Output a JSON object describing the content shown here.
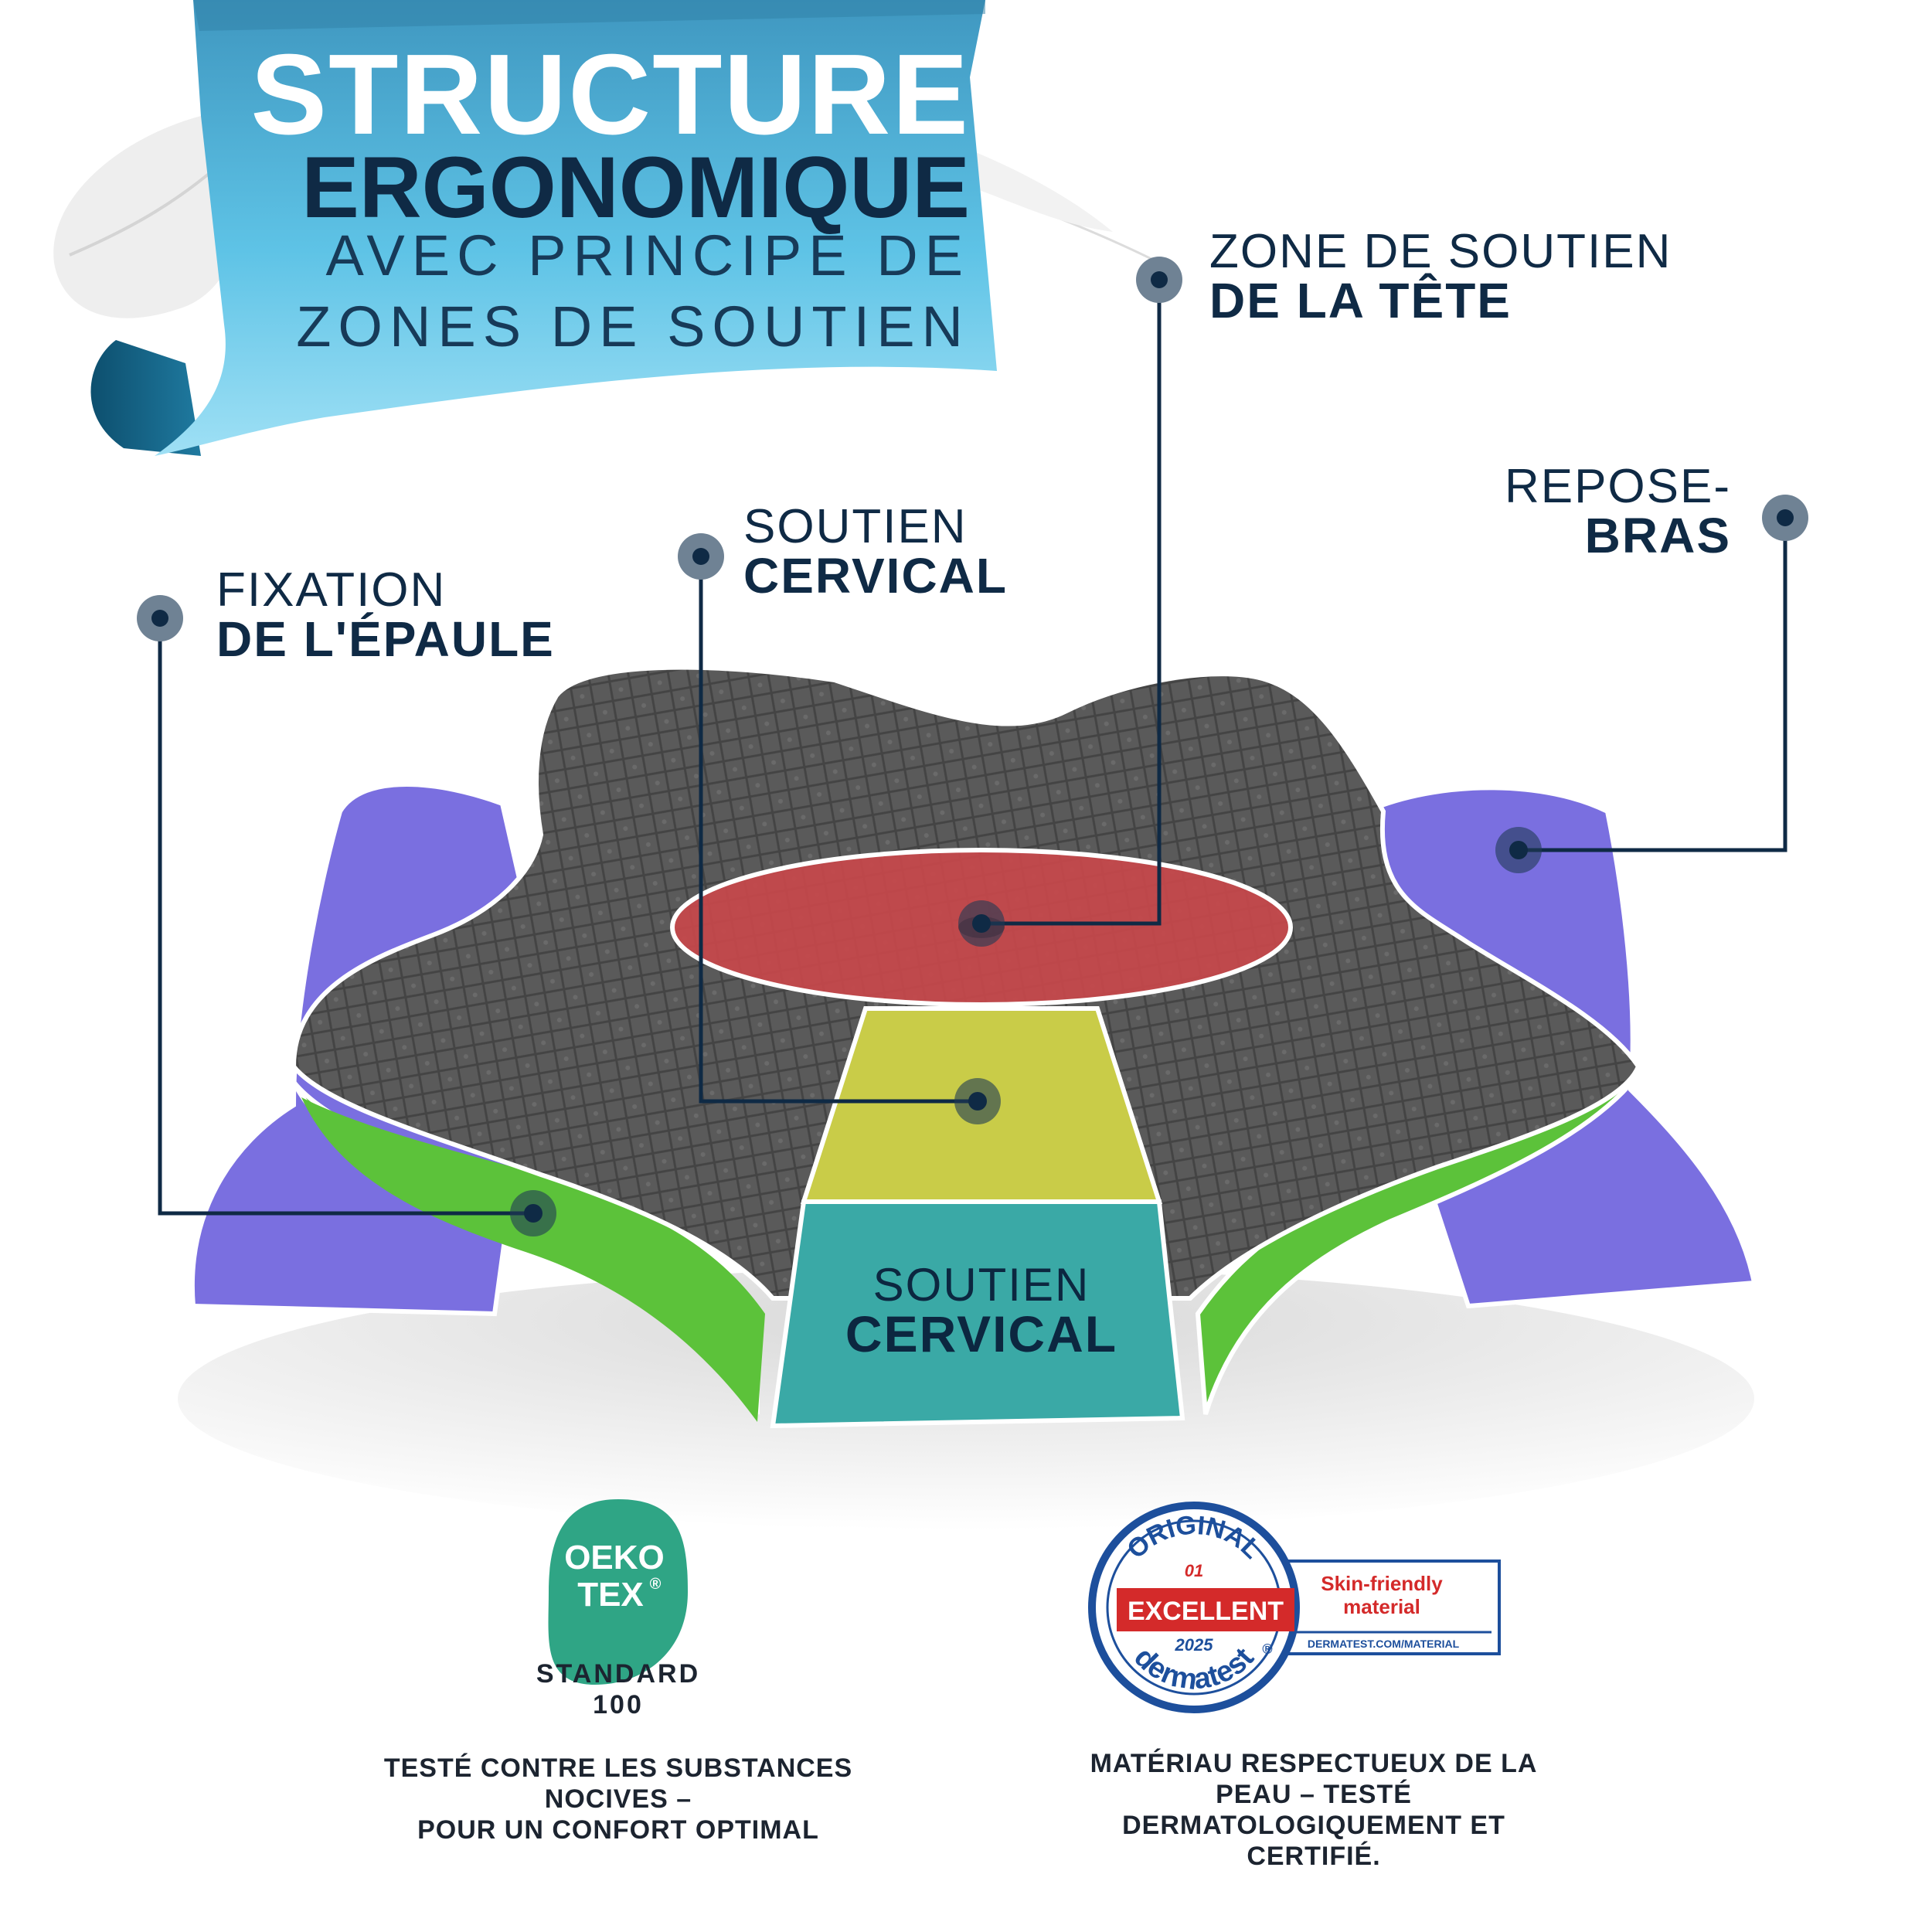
{
  "banner": {
    "line1": "STRUCTURE",
    "line2": "ERGONOMIQUE",
    "line3": "AVEC PRINCIPE DE",
    "line4": "ZONES DE SOUTIEN",
    "ribbon_color": "#5cc0e4"
  },
  "callouts": {
    "head": {
      "line1": "ZONE DE SOUTIEN",
      "line2": "DE LA TÊTE"
    },
    "armrest": {
      "line1": "REPOSE-",
      "line2": "BRAS"
    },
    "cervical_top": {
      "line1": "SOUTIEN",
      "line2": "CERVICAL"
    },
    "shoulder": {
      "line1": "FIXATION",
      "line2": "DE L'ÉPAULE"
    },
    "cervical_front": {
      "line1": "SOUTIEN",
      "line2": "CERVICAL"
    }
  },
  "zone_colors": {
    "pillow": "#5d5d5d",
    "head_zone": "#c8484b",
    "cervical_top_zone": "#c9cc48",
    "cervical_front_zone": "#3aa9a6",
    "shoulder_zone": "#5cc23a",
    "armrest_zone": "#7a6fe0",
    "callout_line": "#0f2a45"
  },
  "oekotex": {
    "logo_line1": "OEKO",
    "logo_line2": "TEX",
    "reg_mark": "®",
    "standard_line1": "STANDARD",
    "standard_line2": "100",
    "caption_line1": "TESTÉ CONTRE LES SUBSTANCES",
    "caption_line2": "NOCIVES –",
    "caption_line3": "POUR UN CONFORT OPTIMAL",
    "logo_color": "#2fa585"
  },
  "dermatest": {
    "top_arc": "ORIGINAL",
    "number": "01",
    "badge": "EXCELLENT",
    "year": "2025",
    "bottom_arc": "dermatest",
    "reg_mark": "®",
    "box_line1": "Skin-friendly",
    "box_line2": "material",
    "url": "DERMATEST.COM/MATERIAL",
    "caption_line1": "MATÉRIAU RESPECTUEUX DE LA",
    "caption_line2": "PEAU – TESTÉ",
    "caption_line3": "DERMATOLOGIQUEMENT ET",
    "caption_line4": "CERTIFIÉ.",
    "blue": "#1d4f9c",
    "red": "#d42a2a"
  }
}
